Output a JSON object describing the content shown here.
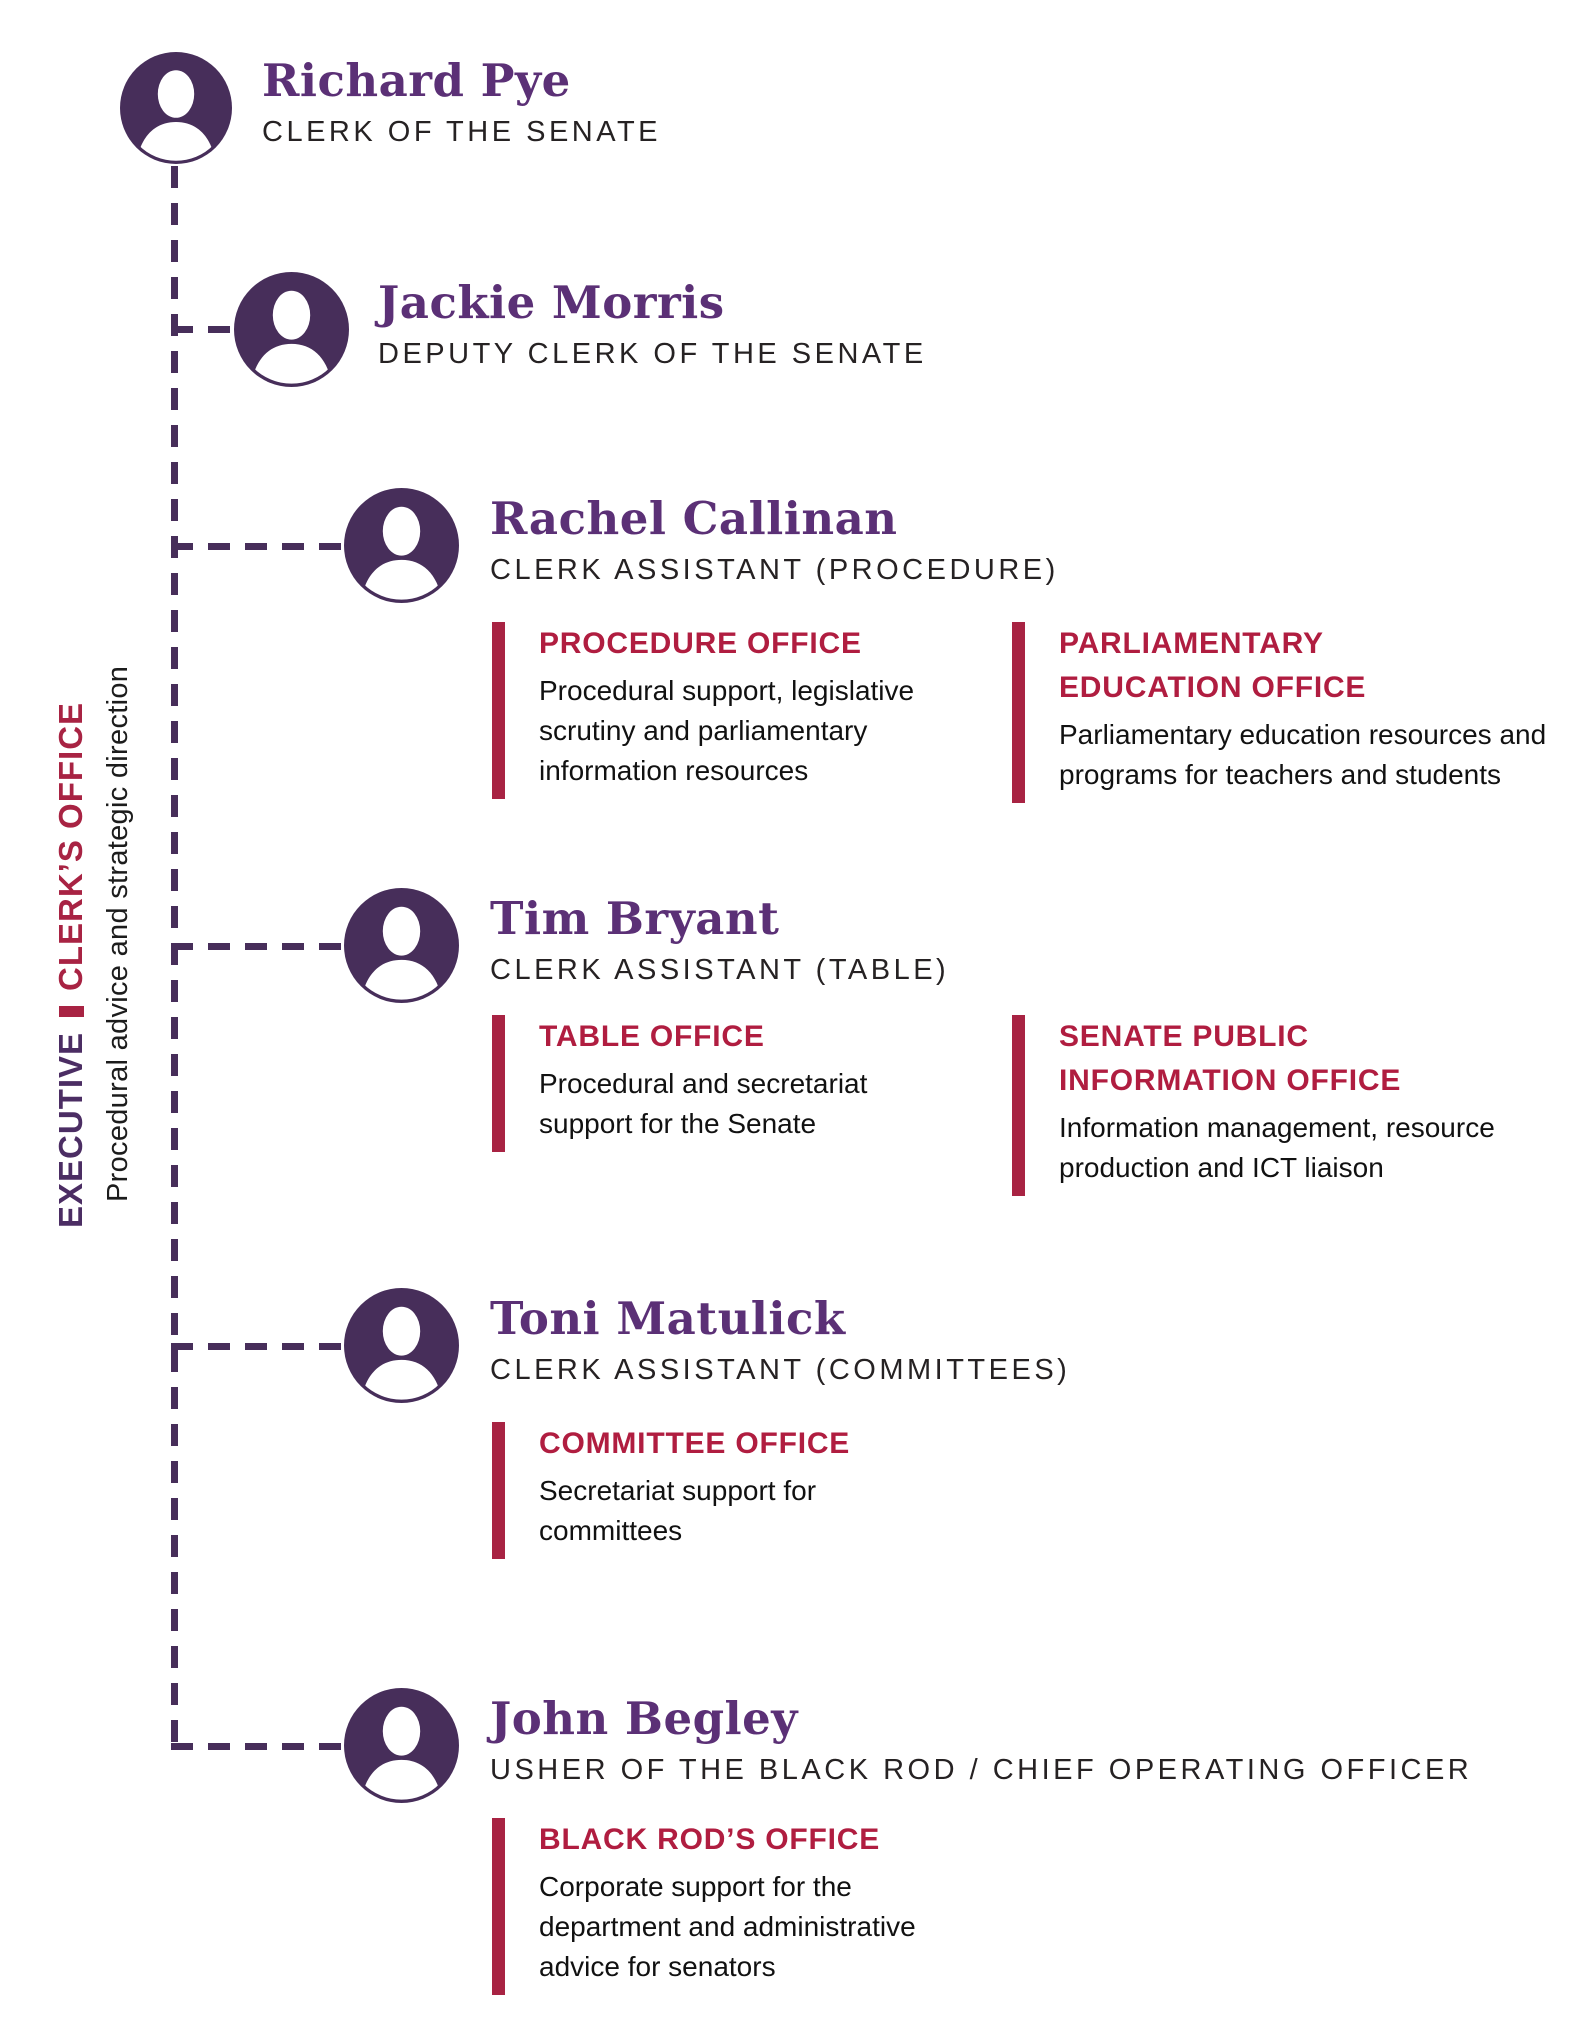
{
  "sidebar": {
    "primary": "EXECUTIVE",
    "secondary": "CLERK’S OFFICE",
    "description": "Procedural advice and strategic direction"
  },
  "people": [
    {
      "name": "Richard Pye",
      "role": "CLERK OF THE SENATE"
    },
    {
      "name": "Jackie Morris",
      "role": "DEPUTY CLERK OF THE SENATE"
    },
    {
      "name": "Rachel Callinan",
      "role": "CLERK ASSISTANT (PROCEDURE)",
      "offices": [
        {
          "title": "PROCEDURE OFFICE",
          "description": "Procedural support, legislative\nscrutiny and parliamentary\ninformation resources"
        },
        {
          "title": "PARLIAMENTARY\nEDUCATION OFFICE",
          "description": "Parliamentary education resources and\nprograms for teachers and students"
        }
      ]
    },
    {
      "name": "Tim Bryant",
      "role": "CLERK ASSISTANT (TABLE)",
      "offices": [
        {
          "title": "TABLE OFFICE",
          "description": "Procedural and secretariat\nsupport for the Senate"
        },
        {
          "title": "SENATE PUBLIC\nINFORMATION OFFICE",
          "description": "Information management, resource\nproduction and ICT liaison"
        }
      ]
    },
    {
      "name": "Toni Matulick",
      "role": "CLERK ASSISTANT (COMMITTEES)",
      "offices": [
        {
          "title": "COMMITTEE OFFICE",
          "description": "Secretariat support for\ncommittees"
        }
      ]
    },
    {
      "name": "John Begley",
      "role": "USHER OF THE BLACK ROD / CHIEF OPERATING OFFICER",
      "offices": [
        {
          "title": "BLACK ROD’S OFFICE",
          "description": "Corporate support for the\ndepartment and administrative\nadvice for senators"
        }
      ]
    }
  ],
  "colors": {
    "purple_avatar": "#472e5a",
    "purple_name": "#5b3076",
    "red_accent": "#a82343",
    "red_title": "#b01d40",
    "text_dark": "#262223"
  }
}
